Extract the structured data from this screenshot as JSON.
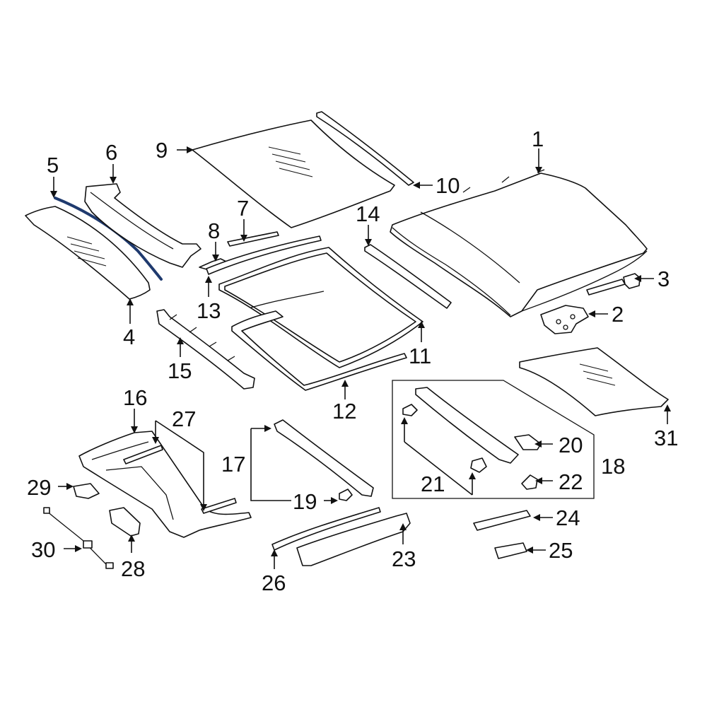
{
  "diagram": {
    "highlight_color": "#1f3a6e",
    "line_color": "#111111",
    "callouts": [
      {
        "id": "1",
        "label": "1"
      },
      {
        "id": "2",
        "label": "2"
      },
      {
        "id": "3",
        "label": "3"
      },
      {
        "id": "4",
        "label": "4"
      },
      {
        "id": "5",
        "label": "5"
      },
      {
        "id": "6",
        "label": "6"
      },
      {
        "id": "7",
        "label": "7"
      },
      {
        "id": "8",
        "label": "8"
      },
      {
        "id": "9",
        "label": "9"
      },
      {
        "id": "10",
        "label": "10"
      },
      {
        "id": "11",
        "label": "11"
      },
      {
        "id": "12",
        "label": "12"
      },
      {
        "id": "13",
        "label": "13"
      },
      {
        "id": "14",
        "label": "14"
      },
      {
        "id": "15",
        "label": "15"
      },
      {
        "id": "16",
        "label": "16"
      },
      {
        "id": "17",
        "label": "17"
      },
      {
        "id": "18",
        "label": "18"
      },
      {
        "id": "19",
        "label": "19"
      },
      {
        "id": "20",
        "label": "20"
      },
      {
        "id": "21",
        "label": "21"
      },
      {
        "id": "22",
        "label": "22"
      },
      {
        "id": "23",
        "label": "23"
      },
      {
        "id": "24",
        "label": "24"
      },
      {
        "id": "25",
        "label": "25"
      },
      {
        "id": "26",
        "label": "26"
      },
      {
        "id": "27",
        "label": "27"
      },
      {
        "id": "28",
        "label": "28"
      },
      {
        "id": "29",
        "label": "29"
      },
      {
        "id": "30",
        "label": "30"
      },
      {
        "id": "31",
        "label": "31"
      }
    ]
  }
}
